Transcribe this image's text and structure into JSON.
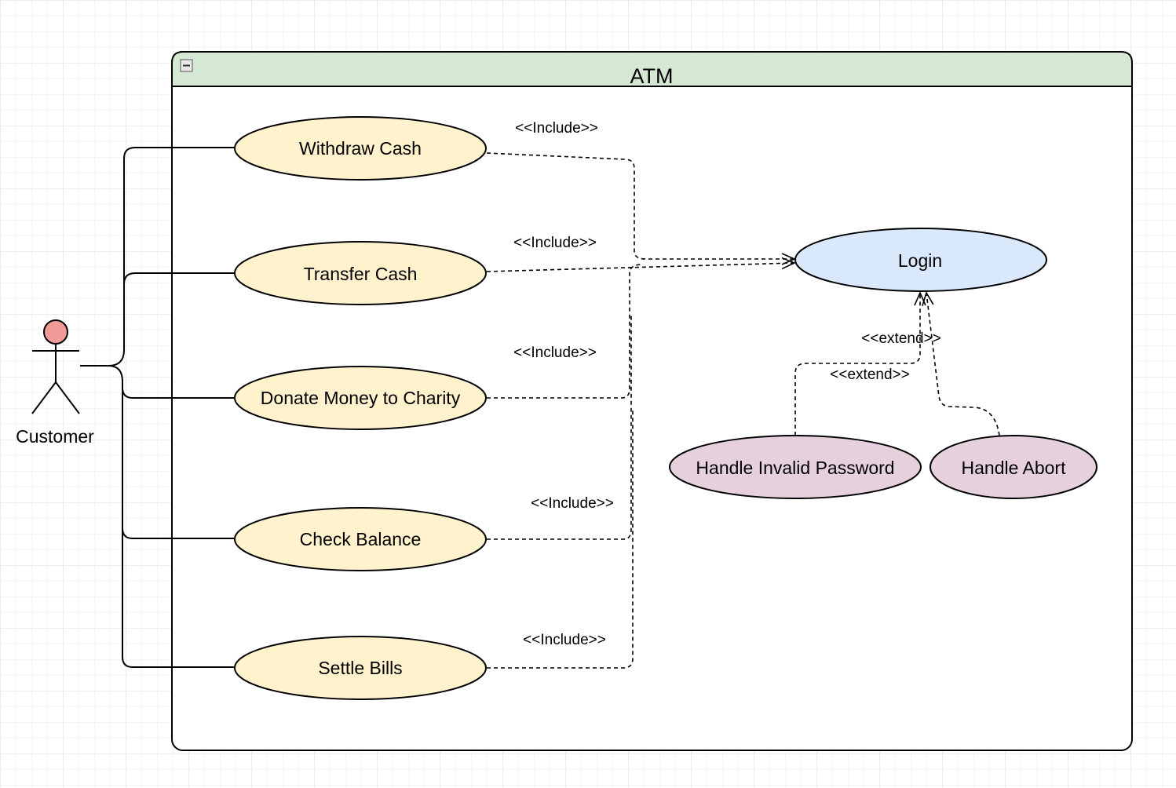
{
  "system": {
    "title": "ATM",
    "header_color": "#d5e8d4",
    "collapse_icon": "minus-icon"
  },
  "actor": {
    "label": "Customer",
    "head_color": "#f19c99"
  },
  "use_cases": {
    "withdraw_cash": "Withdraw Cash",
    "transfer_cash": "Transfer Cash",
    "donate_money": "Donate Money to Charity",
    "check_balance": "Check Balance",
    "settle_bills": "Settle Bills",
    "login": "Login",
    "handle_invalid_password": "Handle Invalid Password",
    "handle_abort": "Handle Abort"
  },
  "relations": {
    "include_withdraw": "<<Include>>",
    "include_transfer": "<<Include>>",
    "include_donate": "<<Include>>",
    "include_balance": "<<Include>>",
    "include_bills": "<<Include>>",
    "extend_upper": "<<extend>>",
    "extend_lower": "<<extend>>"
  },
  "colors": {
    "primary_use_case": "#fff2cc",
    "login_use_case": "#dae8fc",
    "extension_use_case": "#e6d0de",
    "stroke": "#000000"
  }
}
